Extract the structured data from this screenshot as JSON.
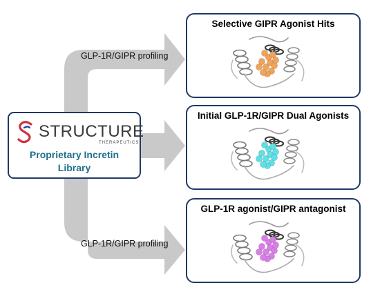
{
  "logo": {
    "wordmark": "STRUCTURE",
    "tagline": "THERAPEUTICS"
  },
  "library": {
    "line1": "Proprietary Incretin",
    "line2": "Library"
  },
  "arrows": {
    "top_label": "GLP-1R/GIPR profiling",
    "bottom_label": "GLP-1R/GIPR profiling"
  },
  "panels": [
    {
      "title": "Selective GIPR Agonist Hits",
      "highlight_color": "#f0a45a"
    },
    {
      "title": "Initial GLP-1R/GIPR Dual Agonists",
      "highlight_color": "#5ee0e6"
    },
    {
      "title": "GLP-1R agonist/GIPR antagonist",
      "highlight_color": "#d97ee8"
    }
  ],
  "colors": {
    "border": "#1f3864",
    "arrow": "#c9c9c9",
    "library_text": "#1f6f8b",
    "logo_red": "#d12f3f",
    "logo_blue": "#1f3f8f"
  }
}
